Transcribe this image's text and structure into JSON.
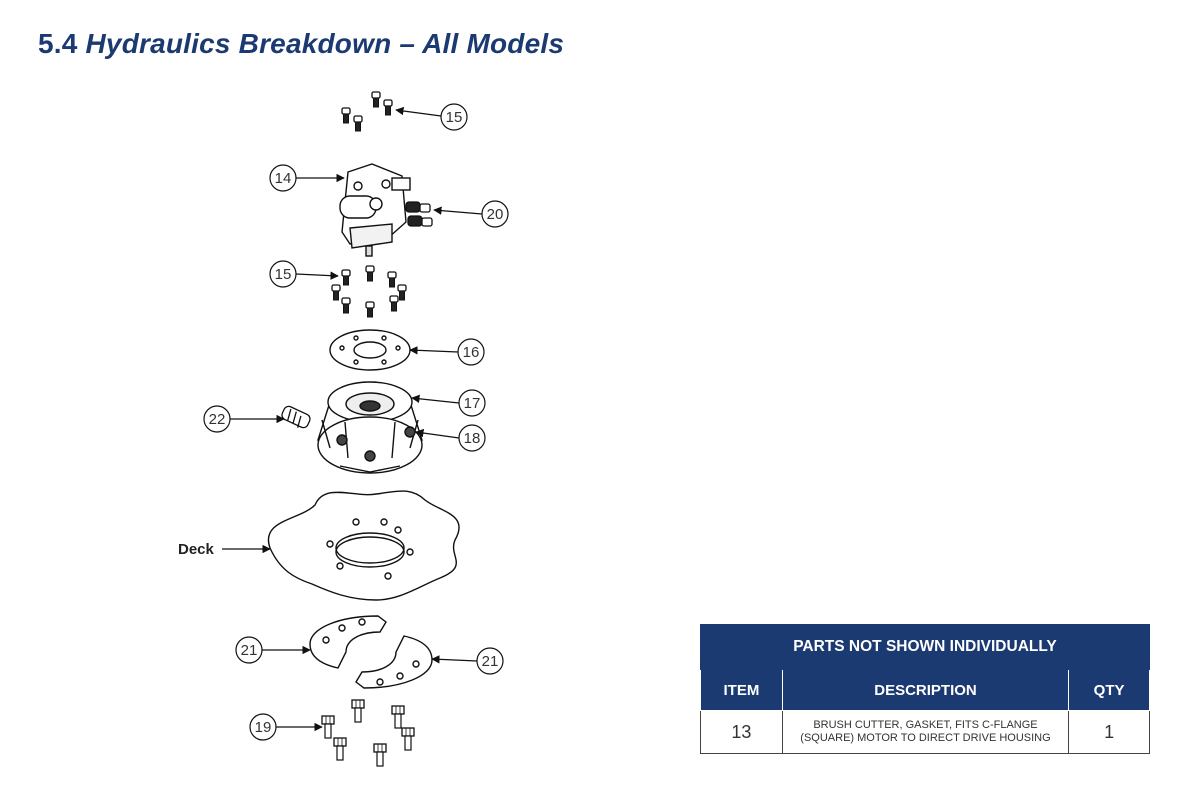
{
  "heading": {
    "number": "5.4",
    "title": "Hydraulics Breakdown – All Models"
  },
  "diagram": {
    "callouts": [
      "15",
      "14",
      "20",
      "15",
      "16",
      "17",
      "22",
      "18",
      "21",
      "21",
      "19"
    ],
    "deck_label": "Deck"
  },
  "parts_table": {
    "caption": "PARTS NOT SHOWN INDIVIDUALLY",
    "headers": {
      "item": "ITEM",
      "description": "DESCRIPTION",
      "qty": "QTY"
    },
    "rows": [
      {
        "item": "13",
        "description_line1": "BRUSH CUTTER, GASKET, FITS C-FLANGE",
        "description_line2": "(SQUARE) MOTOR TO DIRECT DRIVE HOUSING",
        "qty": "1"
      }
    ]
  },
  "colors": {
    "heading": "#1c3a72",
    "table_header_bg": "#1c3a72",
    "table_header_text": "#ffffff"
  }
}
